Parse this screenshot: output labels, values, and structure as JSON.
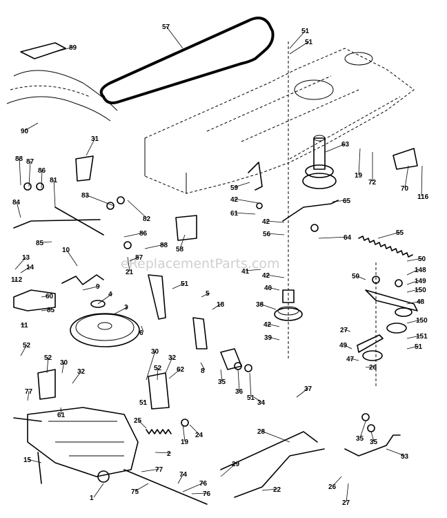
{
  "watermark": "eReplacementParts.com",
  "labels": [
    "89",
    "57",
    "51",
    "51",
    "90",
    "31",
    "63",
    "19",
    "72",
    "70",
    "116",
    "88",
    "87",
    "86",
    "81",
    "83",
    "82",
    "59",
    "42",
    "61",
    "65",
    "42",
    "84",
    "56",
    "85",
    "64",
    "10",
    "86",
    "55",
    "88",
    "58",
    "13",
    "14",
    "87",
    "21",
    "41",
    "42",
    "50",
    "50",
    "148",
    "112",
    "9",
    "149",
    "51",
    "60",
    "40",
    "150",
    "4",
    "5",
    "48",
    "18",
    "85",
    "3",
    "38",
    "11",
    "6",
    "42",
    "27",
    "150",
    "151",
    "52",
    "39",
    "49",
    "8",
    "51",
    "47",
    "26",
    "52",
    "30",
    "32",
    "30",
    "32",
    "52",
    "62",
    "35",
    "36",
    "51",
    "51",
    "34",
    "77",
    "61",
    "37",
    "25",
    "35",
    "35",
    "19",
    "24",
    "28",
    "2",
    "15",
    "77",
    "53",
    "74",
    "29",
    "1",
    "76",
    "75",
    "26",
    "22",
    "27",
    "76"
  ]
}
